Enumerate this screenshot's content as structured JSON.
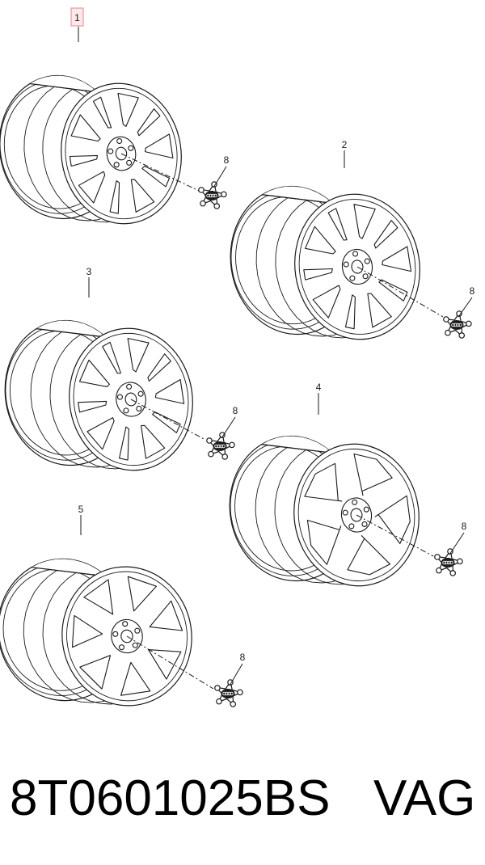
{
  "diagram": {
    "wheels": [
      {
        "callout": "1",
        "spokes": 10,
        "style": "split",
        "highlighted": true
      },
      {
        "callout": "2",
        "spokes": 10,
        "style": "split",
        "highlighted": false
      },
      {
        "callout": "3",
        "spokes": 10,
        "style": "split",
        "highlighted": false
      },
      {
        "callout": "4",
        "spokes": 5,
        "style": "blade",
        "highlighted": false
      },
      {
        "callout": "5",
        "spokes": 7,
        "style": "star",
        "highlighted": false
      }
    ],
    "hub_caps": [
      {
        "callout": "8"
      },
      {
        "callout": "8"
      },
      {
        "callout": "8"
      },
      {
        "callout": "8"
      },
      {
        "callout": "8"
      }
    ],
    "highlight_color": "#fde8ea",
    "highlight_border": "#e8898f"
  },
  "footer": {
    "part_number": "8T0601025BS",
    "brand": "VAG"
  }
}
